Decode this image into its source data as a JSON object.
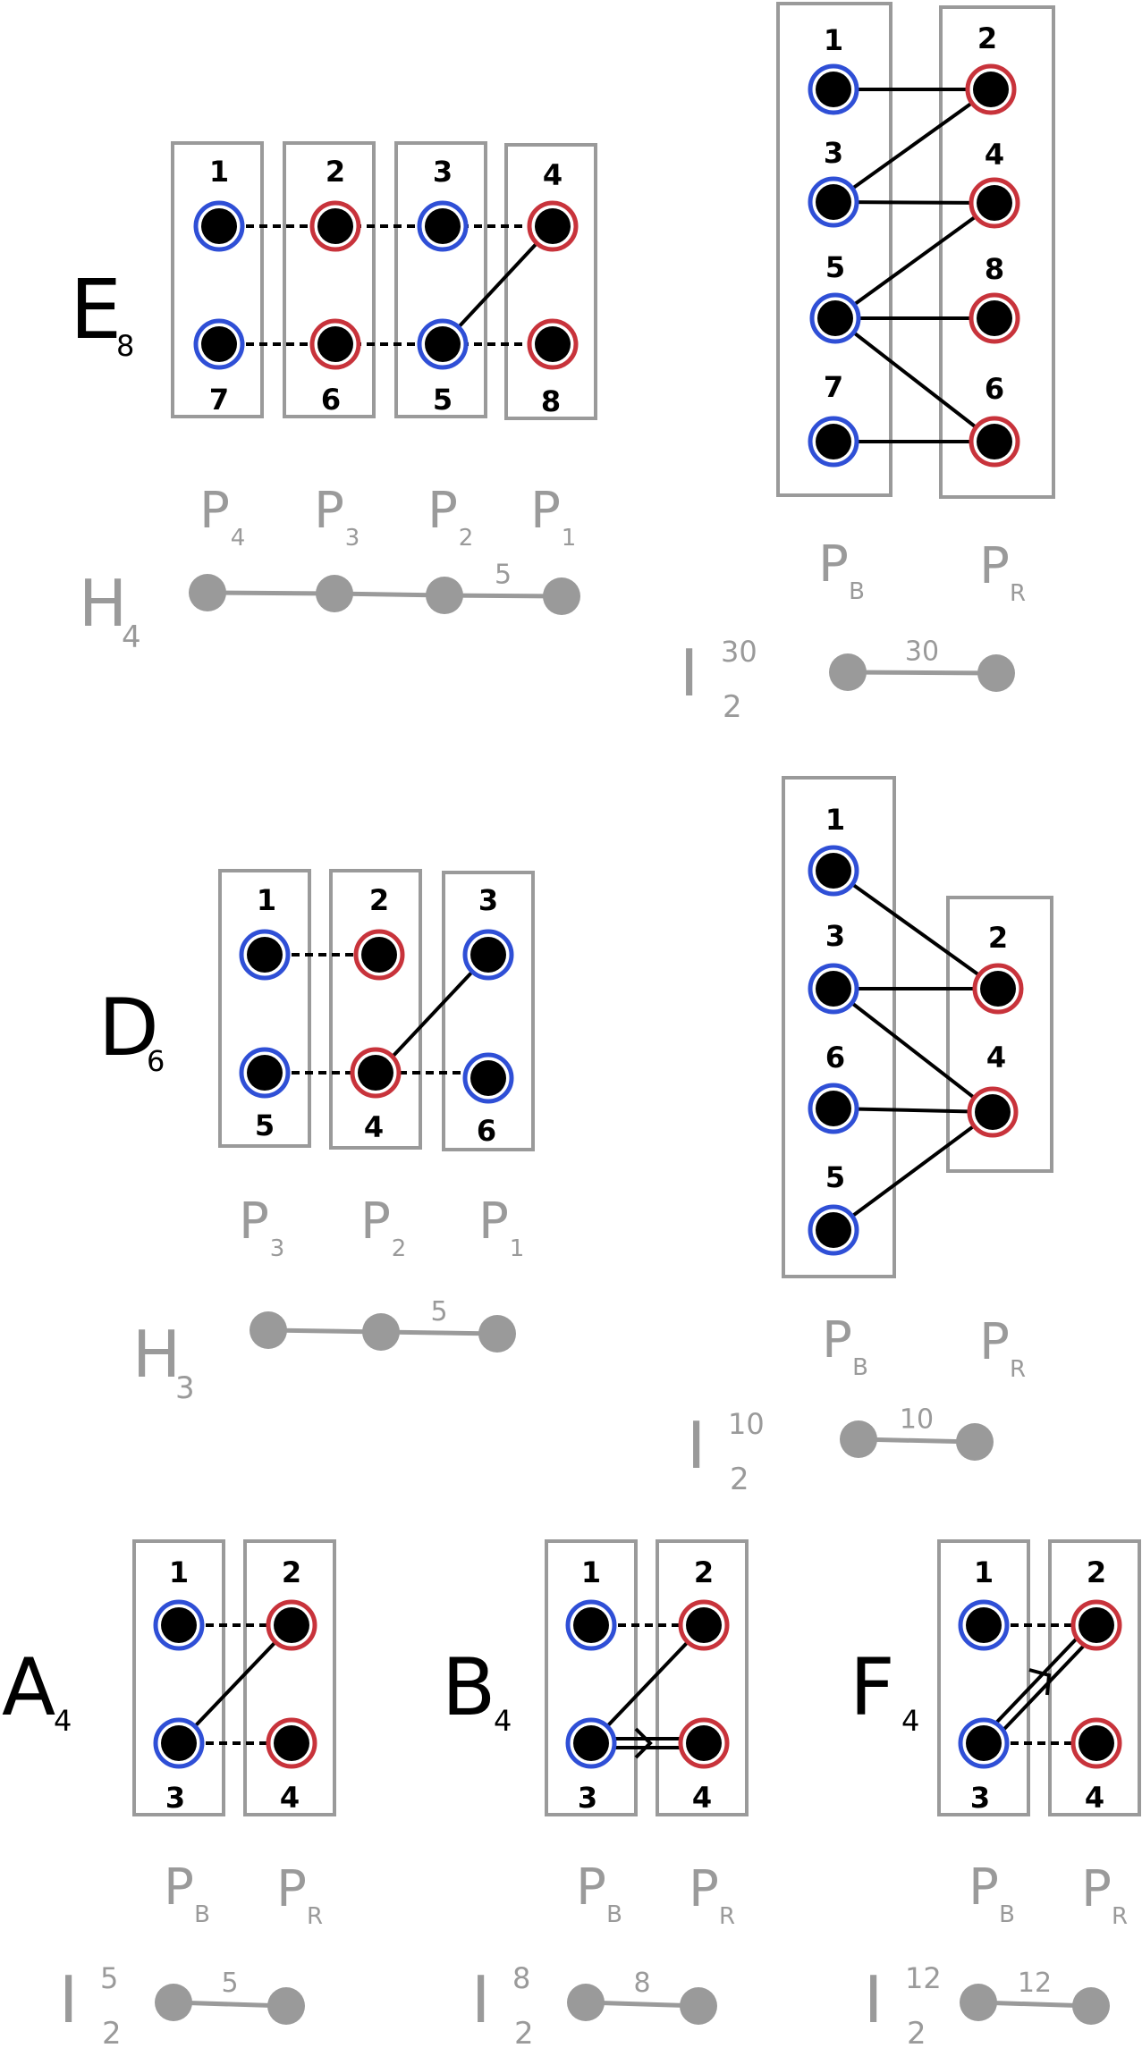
{
  "colors": {
    "blue": "#2f4fd6",
    "red": "#c8333b",
    "gray": "#9a9a9a",
    "node": "#000000",
    "box": "#9a9a9a"
  },
  "diagrams": [
    {
      "id": "e8",
      "name_main": "E",
      "name_sub": "8",
      "columns": [
        {
          "label_main": "P",
          "label_sub": "4"
        },
        {
          "label_main": "P",
          "label_sub": "3"
        },
        {
          "label_main": "P",
          "label_sub": "2"
        },
        {
          "label_main": "P",
          "label_sub": "1"
        }
      ],
      "nodes": [
        {
          "n": "1",
          "color": "blue"
        },
        {
          "n": "2",
          "color": "red"
        },
        {
          "n": "3",
          "color": "blue"
        },
        {
          "n": "4",
          "color": "red"
        },
        {
          "n": "7",
          "color": "blue"
        },
        {
          "n": "6",
          "color": "red"
        },
        {
          "n": "5",
          "color": "blue"
        },
        {
          "n": "8",
          "color": "red"
        }
      ],
      "coxeter_main": "H",
      "coxeter_sub": "4",
      "coxeter_edge_label": "5"
    },
    {
      "id": "e8-bip",
      "columns": [
        {
          "label_main": "P",
          "label_sub": "B"
        },
        {
          "label_main": "P",
          "label_sub": "R"
        }
      ],
      "nodes": [
        {
          "n": "1",
          "color": "blue"
        },
        {
          "n": "3",
          "color": "blue"
        },
        {
          "n": "5",
          "color": "blue"
        },
        {
          "n": "7",
          "color": "blue"
        },
        {
          "n": "2",
          "color": "red"
        },
        {
          "n": "4",
          "color": "red"
        },
        {
          "n": "8",
          "color": "red"
        },
        {
          "n": "6",
          "color": "red"
        }
      ],
      "coxeter_main": "I",
      "coxeter_sub": "2",
      "coxeter_sup": "30",
      "coxeter_edge_label": "30"
    },
    {
      "id": "d6",
      "name_main": "D",
      "name_sub": "6",
      "columns": [
        {
          "label_main": "P",
          "label_sub": "3"
        },
        {
          "label_main": "P",
          "label_sub": "2"
        },
        {
          "label_main": "P",
          "label_sub": "1"
        }
      ],
      "nodes": [
        {
          "n": "1",
          "color": "blue"
        },
        {
          "n": "2",
          "color": "red"
        },
        {
          "n": "3",
          "color": "blue"
        },
        {
          "n": "5",
          "color": "blue"
        },
        {
          "n": "4",
          "color": "red"
        },
        {
          "n": "6",
          "color": "blue"
        }
      ],
      "coxeter_main": "H",
      "coxeter_sub": "3",
      "coxeter_edge_label": "5"
    },
    {
      "id": "d6-bip",
      "columns": [
        {
          "label_main": "P",
          "label_sub": "B"
        },
        {
          "label_main": "P",
          "label_sub": "R"
        }
      ],
      "nodes": [
        {
          "n": "1",
          "color": "blue"
        },
        {
          "n": "3",
          "color": "blue"
        },
        {
          "n": "6",
          "color": "blue"
        },
        {
          "n": "5",
          "color": "blue"
        },
        {
          "n": "2",
          "color": "red"
        },
        {
          "n": "4",
          "color": "red"
        }
      ],
      "coxeter_main": "I",
      "coxeter_sub": "2",
      "coxeter_sup": "10",
      "coxeter_edge_label": "10"
    },
    {
      "id": "a4",
      "name_main": "A",
      "name_sub": "4",
      "columns": [
        {
          "label_main": "P",
          "label_sub": "B"
        },
        {
          "label_main": "P",
          "label_sub": "R"
        }
      ],
      "nodes": [
        {
          "n": "1",
          "color": "blue"
        },
        {
          "n": "2",
          "color": "red"
        },
        {
          "n": "3",
          "color": "blue"
        },
        {
          "n": "4",
          "color": "red"
        }
      ],
      "coxeter_main": "I",
      "coxeter_sub": "2",
      "coxeter_sup": "5",
      "coxeter_edge_label": "5"
    },
    {
      "id": "b4",
      "name_main": "B",
      "name_sub": "4",
      "columns": [
        {
          "label_main": "P",
          "label_sub": "B"
        },
        {
          "label_main": "P",
          "label_sub": "R"
        }
      ],
      "nodes": [
        {
          "n": "1",
          "color": "blue"
        },
        {
          "n": "2",
          "color": "red"
        },
        {
          "n": "3",
          "color": "blue"
        },
        {
          "n": "4",
          "color": "red"
        }
      ],
      "coxeter_main": "I",
      "coxeter_sub": "2",
      "coxeter_sup": "8",
      "coxeter_edge_label": "8"
    },
    {
      "id": "f4",
      "name_main": "F",
      "name_sub": "4",
      "columns": [
        {
          "label_main": "P",
          "label_sub": "B"
        },
        {
          "label_main": "P",
          "label_sub": "R"
        }
      ],
      "nodes": [
        {
          "n": "1",
          "color": "blue"
        },
        {
          "n": "2",
          "color": "red"
        },
        {
          "n": "3",
          "color": "blue"
        },
        {
          "n": "4",
          "color": "red"
        }
      ],
      "coxeter_main": "I",
      "coxeter_sub": "2",
      "coxeter_sup": "12",
      "coxeter_edge_label": "12"
    }
  ]
}
